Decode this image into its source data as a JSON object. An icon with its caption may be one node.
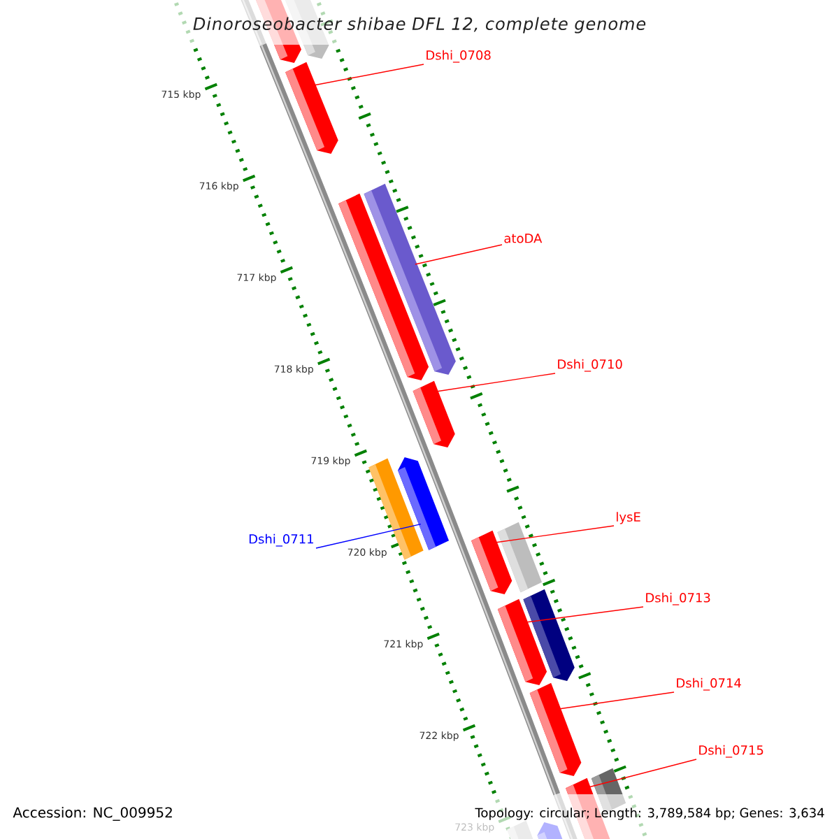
{
  "diagram": {
    "title": "Dinoroseobacter shibae DFL 12, complete genome",
    "nodes": [
      {
        "text": [
          "Dshi_0708"
        ]
      },
      {
        "text": [
          "atoDA"
        ]
      },
      {
        "text": [
          "Dshi_0710"
        ]
      },
      {
        "text": [
          "Dshi_0711"
        ]
      },
      {
        "text": [
          "lysE"
        ]
      },
      {
        "text": [
          "Dshi_0713"
        ]
      },
      {
        "text": [
          "Dshi_0714"
        ]
      },
      {
        "text": [
          "Dshi_0715"
        ]
      },
      {
        "text": [],
        "shape": "bar"
      },
      {
        "text": [],
        "shape": "bar"
      },
      {
        "text": [],
        "shape": "bar"
      },
      {
        "text": [],
        "shape": "bar"
      },
      {
        "text": [],
        "shape": "bar"
      },
      {
        "text": [],
        "shape": "bar"
      },
      {
        "text": [],
        "shape": "bar"
      },
      {
        "text": [],
        "shape": "bar"
      },
      {
        "text": [],
        "shape": "bar"
      },
      {
        "text": [],
        "shape": "bar"
      },
      {
        "text": [],
        "shape": "bar"
      },
      {
        "text": [],
        "shape": "bar"
      },
      {
        "text": [],
        "shape": "bar"
      },
      {
        "text": [],
        "shape": "bar"
      },
      {
        "text": [],
        "shape": "bar"
      },
      {
        "text": [],
        "shape": "bar"
      },
      {
        "text": [],
        "shape": "bar"
      }
    ],
    "edges": [
      {
        "from": 0,
        "to": 10,
        "arrow": "none"
      },
      {
        "from": 1,
        "to": 11,
        "arrow": "none"
      },
      {
        "from": 2,
        "to": 13,
        "arrow": "none"
      },
      {
        "from": 3,
        "to": 14,
        "arrow": "none",
        "color": "#0000ff"
      },
      {
        "from": 4,
        "to": 17,
        "arrow": "none"
      },
      {
        "from": 5,
        "to": 19,
        "arrow": "none"
      },
      {
        "from": 6,
        "to": 20,
        "arrow": "none"
      },
      {
        "from": 7,
        "to": 22,
        "arrow": "none"
      }
    ],
    "labels": [
      "715 kbp",
      "716 kbp",
      "717 kbp",
      "718 kbp",
      "719 kbp",
      "720 kbp",
      "721 kbp",
      "722 kbp",
      "723 kbp",
      "Accession: NC_009952",
      "Topology: circular; Length: 3,789,584 bp; Genes: 3,634"
    ]
  }
}
